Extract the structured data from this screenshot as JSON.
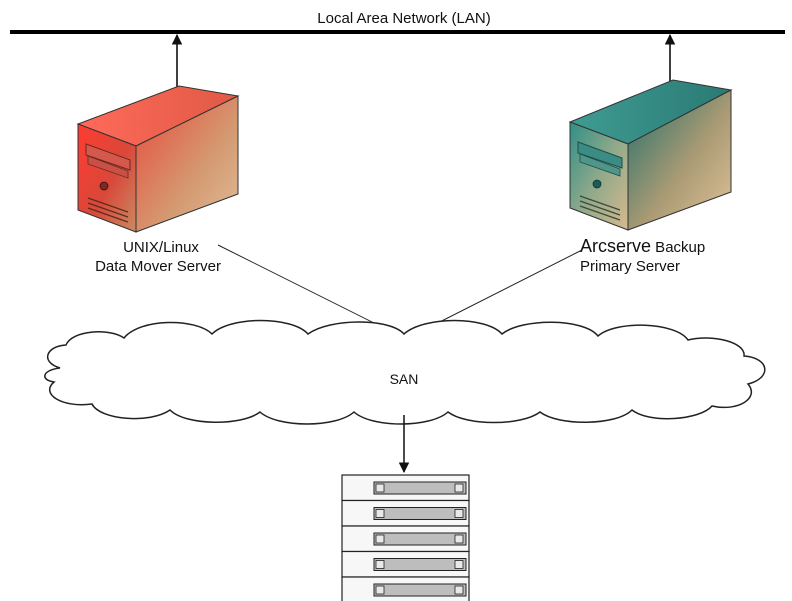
{
  "lan": {
    "label": "Local Area Network (LAN)"
  },
  "servers": {
    "data_mover": {
      "label_line1": "UNIX/Linux",
      "label_line2": "Data Mover Server",
      "color": "#e53a2e"
    },
    "primary": {
      "label_brand": "Arcserve",
      "label_line1_rest": " Backup",
      "label_line2": "Primary Server",
      "color": "#2f7f78"
    }
  },
  "san": {
    "label": "SAN"
  },
  "storage": {
    "unit_count": 5
  }
}
